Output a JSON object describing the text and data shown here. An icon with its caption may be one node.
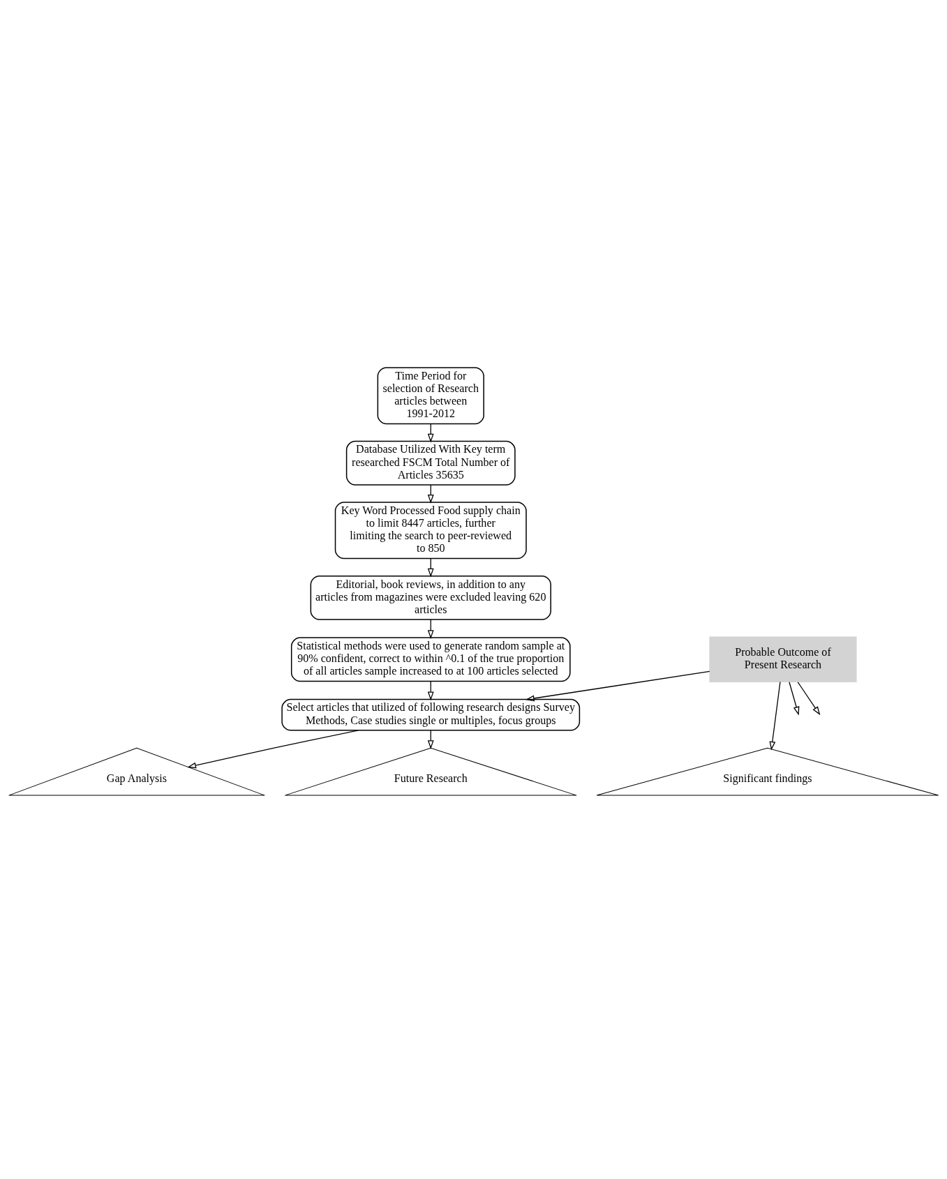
{
  "diagram": {
    "nodes": [
      {
        "text": [
          "Time Period for selection of Research articles between 1991-2012"
        ]
      },
      {
        "text": [
          "Database Utilized With Key term researched FSCM Total Number of Articles 35635"
        ]
      },
      {
        "text": [
          "Key Word Processed Food supply chain to limit 8447 articles, further limiting the search to peer-reviewed to 850"
        ]
      },
      {
        "text": [
          "Editorial, book reviews, in addition to any articles from magazines were excluded leaving 620 articles"
        ]
      },
      {
        "text": [
          "Statistical methods were used to generate random sample at 90% confident, correct to within ^0.1 of the true proportion of all articles sample increased to at 100 articles selected"
        ]
      },
      {
        "text": [
          "Select articles that utilized of following research designs Survey Methods, Case studies single or multiples, focus groups"
        ]
      },
      {
        "text": [
          "Probable Outcome of Present Research"
        ]
      },
      {
        "text": [
          "Gap Analysis"
        ]
      },
      {
        "text": [
          "Significant findings"
        ]
      },
      {
        "text": [
          "Future Research"
        ]
      }
    ],
    "edges": [
      {
        "from": 0,
        "to": 1,
        "arrow": "to"
      },
      {
        "from": 1,
        "to": 2,
        "arrow": "to"
      },
      {
        "from": 2,
        "to": 3,
        "arrow": "to"
      },
      {
        "from": 3,
        "to": 4,
        "arrow": "to"
      },
      {
        "from": 4,
        "to": 5,
        "arrow": "to"
      },
      {
        "from": 6,
        "to": 5,
        "arrow": "to"
      },
      {
        "from": 6,
        "to": null,
        "arrow": "to"
      },
      {
        "from": 6,
        "to": null,
        "arrow": "to"
      },
      {
        "from": 6,
        "to": 8,
        "arrow": "to"
      },
      {
        "from": 5,
        "to": 7,
        "arrow": "to"
      },
      {
        "from": 5,
        "to": 9,
        "arrow": "to"
      }
    ]
  }
}
